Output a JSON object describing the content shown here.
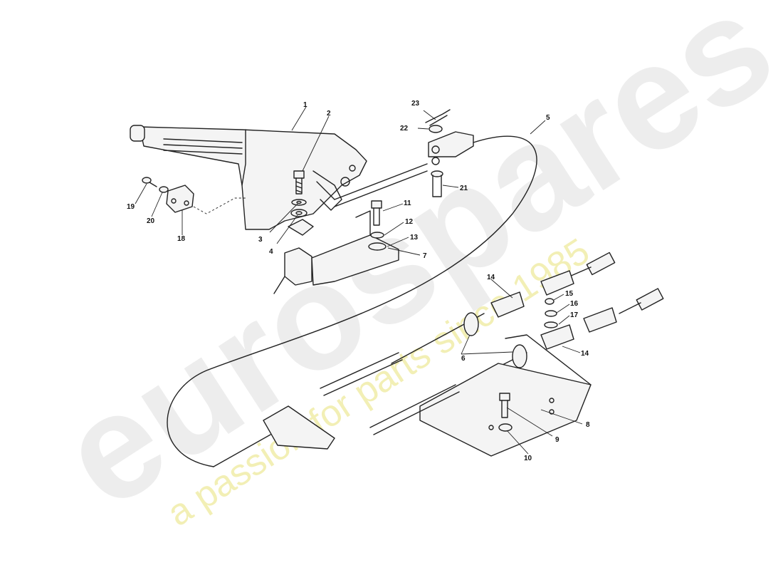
{
  "watermark": {
    "brand": "eurospares",
    "tagline": "a passion for parts since 1985"
  },
  "callouts": [
    "1",
    "2",
    "3",
    "4",
    "5",
    "6",
    "7",
    "8",
    "9",
    "10",
    "11",
    "12",
    "13",
    "14",
    "15",
    "16",
    "17",
    "18",
    "19",
    "20",
    "21",
    "22",
    "23"
  ],
  "callout_14_second": "14",
  "callout_6_label": "6"
}
